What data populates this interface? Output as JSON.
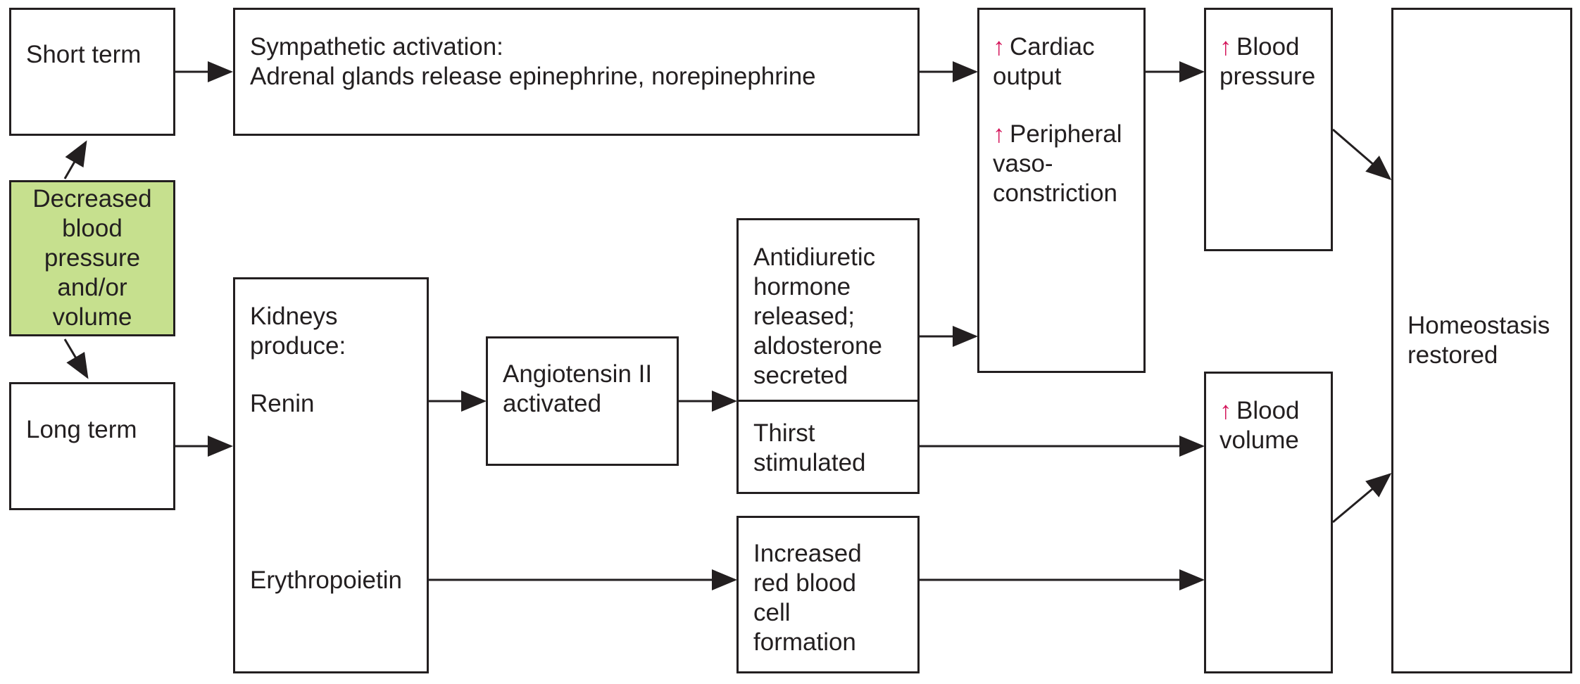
{
  "colors": {
    "stroke": "#231f20",
    "start_fill": "#c6e08e",
    "increase_arrow": "#d4145a"
  },
  "nodes": {
    "start": {
      "line1": "Decreased",
      "line2": "blood",
      "line3": "pressure",
      "line4": "and/or",
      "line5": "volume"
    },
    "short_term": {
      "label": "Short term"
    },
    "long_term": {
      "label": "Long term"
    },
    "sympathetic": {
      "line1": "Sympathetic activation:",
      "line2": "Adrenal glands release epinephrine, norepinephrine"
    },
    "kidneys": {
      "line1": "Kidneys",
      "line2": "produce:",
      "renin": "Renin",
      "erythropoietin": "Erythropoietin"
    },
    "angiotensin": {
      "line1": "Angiotensin II",
      "line2": "activated"
    },
    "adh": {
      "line1": "Antidiuretic",
      "line2": "hormone",
      "line3": "released;",
      "line4": "aldosterone",
      "line5": "secreted"
    },
    "thirst": {
      "line1": "Thirst",
      "line2": "stimulated"
    },
    "rbc": {
      "line1": "Increased",
      "line2": "red blood",
      "line3": "cell",
      "line4": "formation"
    },
    "cardiac": {
      "up_symbol": "↑",
      "line1": "Cardiac",
      "line2": "output",
      "line3": "Peripheral",
      "line4": "vaso-",
      "line5": "constriction"
    },
    "bp": {
      "up_symbol": "↑",
      "line1": "Blood",
      "line2": "pressure"
    },
    "bv": {
      "up_symbol": "↑",
      "line1": "Blood",
      "line2": "volume"
    },
    "homeostasis": {
      "line1": "Homeostasis",
      "line2": "restored"
    }
  }
}
